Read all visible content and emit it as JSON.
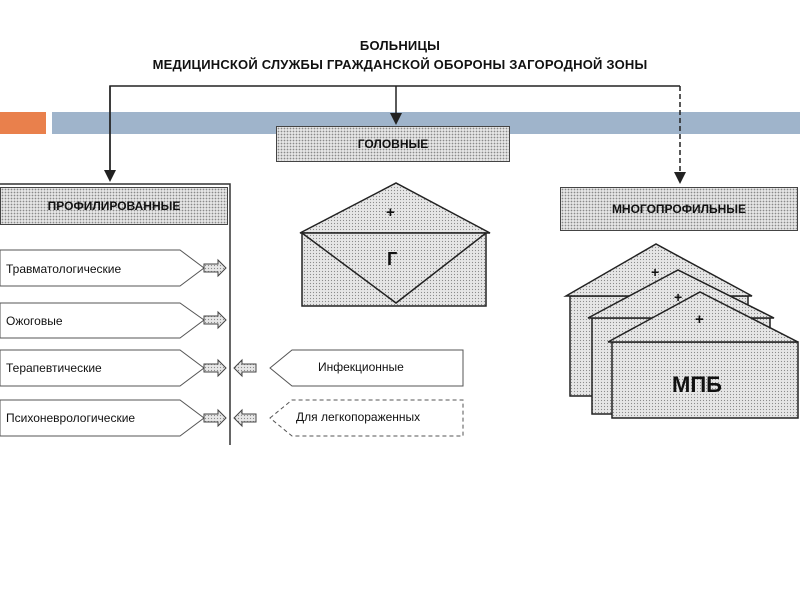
{
  "title": {
    "line1": "БОЛЬНИЦЫ",
    "line2": "МЕДИЦИНСКОЙ СЛУЖБЫ ГРАЖДАНСКОЙ ОБОРОНЫ ЗАГОРОДНОЙ ЗОНЫ"
  },
  "categories": {
    "head": "ГОЛОВНЫЕ",
    "profiled": "ПРОФИЛИРОВАННЫЕ",
    "multi": "МНОГОПРОФИЛЬНЫЕ"
  },
  "head_building": {
    "plus": "+",
    "letter": "Г"
  },
  "multi_building": {
    "plus": "+",
    "label": "МПБ"
  },
  "profiled_items": [
    "Травматологические",
    "Ожоговые",
    "Терапевтические",
    "Психоневрологические"
  ],
  "external_items": [
    "Инфекционные",
    "Для легкопораженных"
  ],
  "colors": {
    "orange_accent": "#e9804c",
    "blue_accent": "#9fb4cb"
  }
}
